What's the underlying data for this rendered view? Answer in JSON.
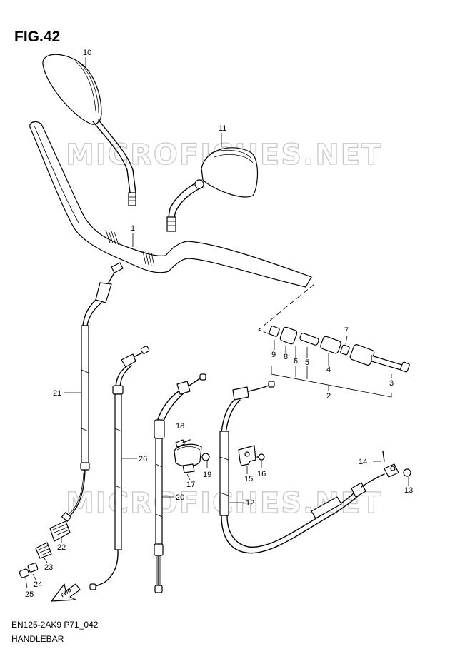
{
  "figure": {
    "title": "FIG.42"
  },
  "footer": {
    "code": "EN125-2AK9 P71_042",
    "section": "HANDLEBAR"
  },
  "watermark": {
    "text": "MICROFICHES.NET"
  },
  "fwd": {
    "label": "FWD"
  },
  "callouts": {
    "c1": "1",
    "c2": "2",
    "c3": "3",
    "c4": "4",
    "c5": "5",
    "c6": "6",
    "c7": "7",
    "c8": "8",
    "c9": "9",
    "c10": "10",
    "c11": "11",
    "c12": "12",
    "c13": "13",
    "c14": "14",
    "c15": "15",
    "c16": "16",
    "c17": "17",
    "c18": "18",
    "c19": "19",
    "c20": "20",
    "c21": "21",
    "c22": "22",
    "c23": "23",
    "c24": "24",
    "c25": "25",
    "c26": "26"
  }
}
